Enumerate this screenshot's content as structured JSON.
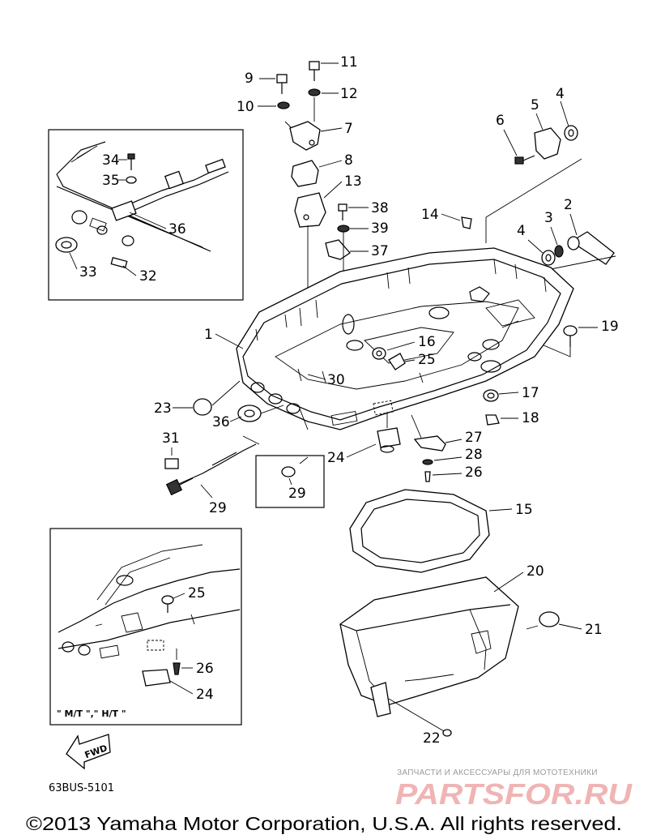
{
  "diagram": {
    "callouts": {
      "c1": "1",
      "c2": "2",
      "c3": "3",
      "c4a": "4",
      "c4b": "4",
      "c5": "5",
      "c6": "6",
      "c7": "7",
      "c8": "8",
      "c9": "9",
      "c10": "10",
      "c11": "11",
      "c12": "12",
      "c13": "13",
      "c14": "14",
      "c15": "15",
      "c16": "16",
      "c17": "17",
      "c18": "18",
      "c19": "19",
      "c20": "20",
      "c21": "21",
      "c22": "22",
      "c23": "23",
      "c24a": "24",
      "c24b": "24",
      "c25a": "25",
      "c25b": "25",
      "c26a": "26",
      "c26b": "26",
      "c27": "27",
      "c28": "28",
      "c29a": "29",
      "c29b": "29",
      "c30": "30",
      "c31": "31",
      "c32": "32",
      "c33": "33",
      "c34": "34",
      "c35": "35",
      "c36a": "36",
      "c36b": "36",
      "c37": "37",
      "c38": "38",
      "c39": "39"
    },
    "inset_note": "\" M/T \",\" H/T \"",
    "fwd_label": "FWD",
    "ref_code": "63BUS-5101"
  },
  "watermark": {
    "tagline": "ЗАПЧАСТИ И АКСЕССУАРЫ ДЛЯ МОТОТЕХНИКИ",
    "brand": "PARTSFOR.RU"
  },
  "copyright": "©2013 Yamaha Motor Corporation, U.S.A. All rights reserved."
}
